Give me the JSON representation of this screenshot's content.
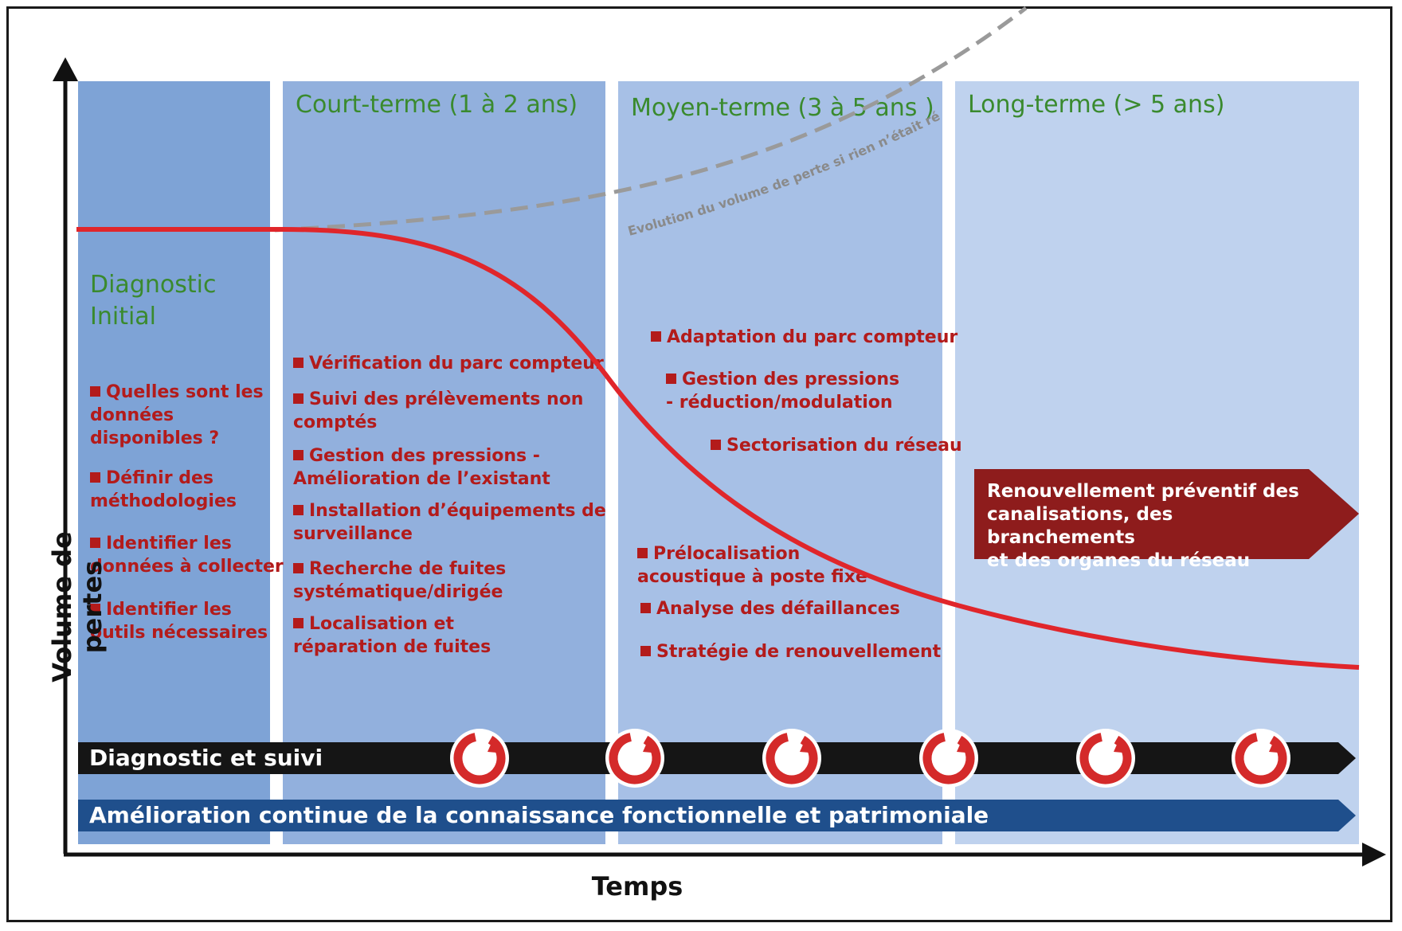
{
  "axes": {
    "y_label": "Volume de pertes",
    "x_label": "Temps"
  },
  "columns": [
    {
      "title": "Diagnostic\nInitial",
      "color": "#7ea3d6",
      "items": [
        "Quelles sont les\ndonnées\ndisponibles ?",
        "Définir des\nméthodologies",
        "Identifier les\ndonnées à collecter",
        "Identifier les\noutils nécessaires"
      ]
    },
    {
      "title": "Court-terme (1 à 2 ans)",
      "color": "#92b0dd",
      "items": [
        "Vérification du parc compteur",
        "Suivi des prélèvements non\ncomptés",
        "Gestion des pressions -\nAmélioration de l’existant",
        "Installation d’équipements de\nsurveillance",
        "Recherche de fuites\nsystématique/dirigée",
        "Localisation et\nréparation de fuites"
      ]
    },
    {
      "title": "Moyen-terme (3 à 5 ans )",
      "color": "#a7c0e6",
      "items": [
        "Adaptation du parc compteur",
        "Gestion des pressions\n- réduction/modulation",
        "Sectorisation du réseau",
        "Prélocalisation\nacoustique à poste fixe",
        "Analyse des défaillances",
        "Stratégie de renouvellement"
      ]
    },
    {
      "title": "Long-terme (> 5 ans)",
      "color": "#bfd2ee",
      "items": []
    }
  ],
  "curve_annotation": "Evolution du volume de perte si rien n’était réalisé",
  "renewal_callout": "Renouvellement préventif des\ncanalisations, des branchements\net des organes du réseau",
  "banners": {
    "diagnostic": "Diagnostic et suivi",
    "amelioration": "Amélioration continue de la connaissance fonctionnelle et patrimoniale"
  },
  "cycle_icon": "refresh-cycle-icon",
  "cycle_count": 6,
  "colors": {
    "loss_curve": "#e0262b",
    "dashed_curve": "#9a9a9a",
    "title_green": "#3a8a2e",
    "item_red": "#b31b1b",
    "callout_red": "#8e1c1c",
    "banner_black": "#151515",
    "banner_blue": "#1f4f8c"
  }
}
